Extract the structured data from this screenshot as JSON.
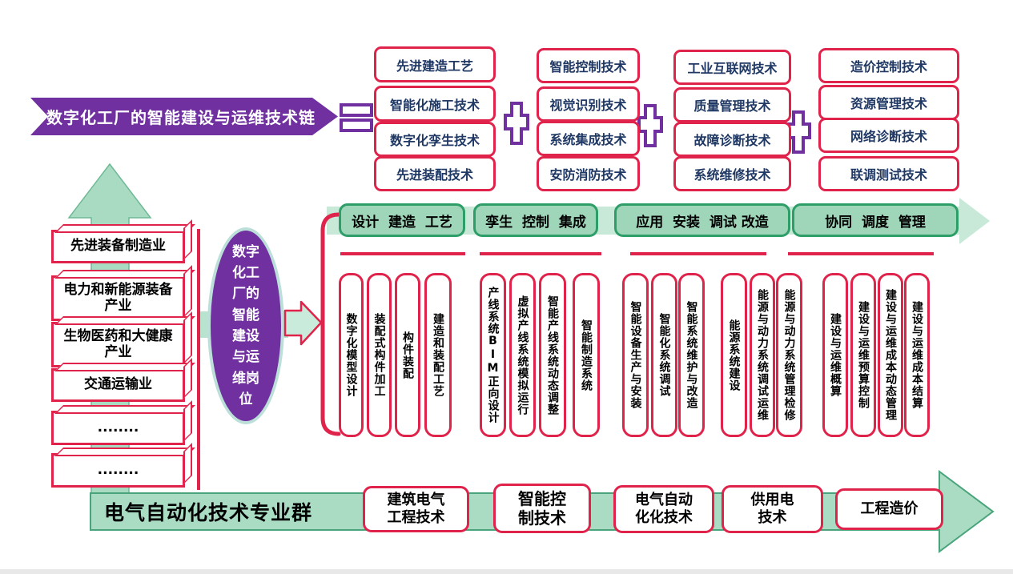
{
  "title_banner": {
    "label": "数字化工厂的智能建设与运维技术链"
  },
  "symbols": {
    "equals": "=",
    "plus": "+"
  },
  "tech_chain_columns": [
    {
      "items": [
        "先进建造工艺",
        "智能化施工技术",
        "数字化孪生技术",
        "先进装配技术"
      ]
    },
    {
      "items": [
        "智能控制技术",
        "视觉识别技术",
        "系统集成技术",
        "安防消防技术"
      ]
    },
    {
      "items": [
        "工业互联网技术",
        "质量管理技术",
        "故障诊断技术",
        "系统维修技术"
      ]
    },
    {
      "items": [
        "造价控制技术",
        "资源管理技术",
        "网络诊断技术",
        "联调测试技术"
      ]
    }
  ],
  "industry_ladder": {
    "items": [
      "先进装备制造业",
      "电力和新能源装备\n产业",
      "生物医药和大健康\n产业",
      "交通运输业",
      "........",
      "........"
    ]
  },
  "job_ellipse": {
    "label": "数字\n化工\n厂的\n智能\n建设\n与运\n维岗\n位"
  },
  "phases": [
    {
      "label": "设计  建造  工艺",
      "jobs": [
        "数字化模型设计",
        "装配式构件加工",
        "构件装配",
        "建造和装配工艺"
      ]
    },
    {
      "label": "孪生  控制  集成",
      "jobs": [
        "产线系统BIM正向设计",
        "虚拟产线系统模拟运行",
        "智能产线系统动态调整",
        "智能制造系统"
      ]
    },
    {
      "label": "应用  安装  调试 改造",
      "jobs": [
        "智能设备生产与安装",
        "智能化系统调试",
        "智能系统维护与改造",
        "能源系统建设",
        "能源与动力系统调试运维",
        "能源与动力系统管理检修"
      ]
    },
    {
      "label": "协同  调度  管理",
      "jobs": [
        "建设与运维概算",
        "建设与运维预算控制",
        "建设与运维成本动态管理",
        "建设与运维成本结算"
      ]
    }
  ],
  "major_group": {
    "title": "电气自动化技术专业群",
    "majors": [
      "建筑电气\n工程技术",
      "智能控\n制技术",
      "电气自动\n化化技术",
      "供用电\n技术",
      "工程造价"
    ]
  },
  "colors": {
    "crimson": "#E0234B",
    "purple": "#7030A0",
    "navy_text": "#1F3864",
    "phase_box_green": "#9FD6B9",
    "phase_border_green": "#2E9E68",
    "band_light_green": "#C8E9D8",
    "arrow_green": "#A8DBC2",
    "band_border_green": "#4AA47B",
    "ellipse_border": "#BCE0D9"
  }
}
